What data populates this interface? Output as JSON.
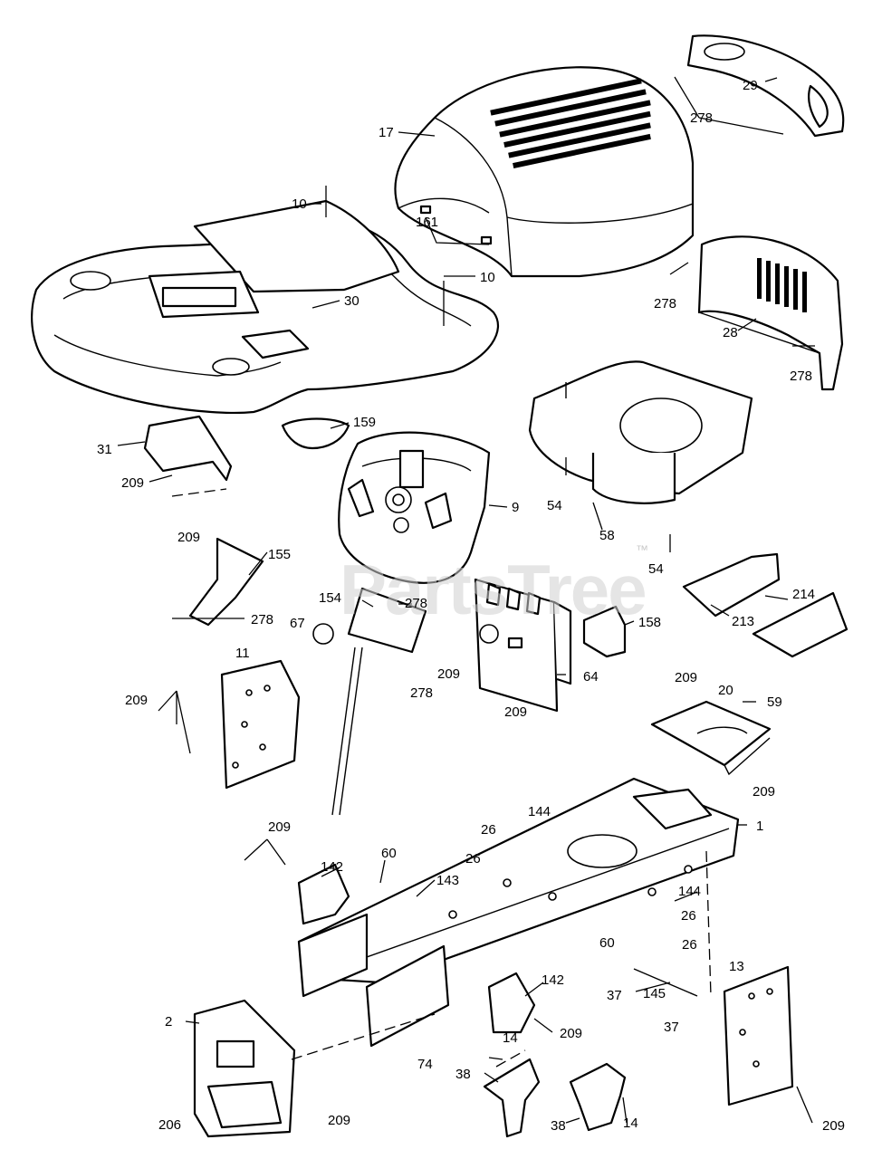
{
  "watermark": {
    "text": "PartsTree",
    "trademark": "™"
  },
  "callouts": [
    {
      "id": "c17",
      "text": "17"
    },
    {
      "id": "c29",
      "text": "29"
    },
    {
      "id": "c278a",
      "text": "278"
    },
    {
      "id": "c10a",
      "text": "10"
    },
    {
      "id": "c161",
      "text": "161"
    },
    {
      "id": "c10b",
      "text": "10"
    },
    {
      "id": "c30",
      "text": "30"
    },
    {
      "id": "c278b",
      "text": "278"
    },
    {
      "id": "c28",
      "text": "28"
    },
    {
      "id": "c278c",
      "text": "278"
    },
    {
      "id": "c31",
      "text": "31"
    },
    {
      "id": "c159",
      "text": "159"
    },
    {
      "id": "c209a",
      "text": "209"
    },
    {
      "id": "c9",
      "text": "9"
    },
    {
      "id": "c54a",
      "text": "54"
    },
    {
      "id": "c58",
      "text": "58"
    },
    {
      "id": "c209b",
      "text": "209"
    },
    {
      "id": "c155",
      "text": "155"
    },
    {
      "id": "c54b",
      "text": "54"
    },
    {
      "id": "c154",
      "text": "154"
    },
    {
      "id": "c278d",
      "text": "278"
    },
    {
      "id": "c214",
      "text": "214"
    },
    {
      "id": "c278e",
      "text": "278"
    },
    {
      "id": "c67",
      "text": "67"
    },
    {
      "id": "c213",
      "text": "213"
    },
    {
      "id": "c158",
      "text": "158"
    },
    {
      "id": "c11",
      "text": "11"
    },
    {
      "id": "c209c",
      "text": "209"
    },
    {
      "id": "c209d",
      "text": "209"
    },
    {
      "id": "c64",
      "text": "64"
    },
    {
      "id": "c278f",
      "text": "278"
    },
    {
      "id": "c209e",
      "text": "209"
    },
    {
      "id": "c209f",
      "text": "209"
    },
    {
      "id": "c20",
      "text": "20"
    },
    {
      "id": "c59",
      "text": "59"
    },
    {
      "id": "c209g",
      "text": "209"
    },
    {
      "id": "c144a",
      "text": "144"
    },
    {
      "id": "c1",
      "text": "1"
    },
    {
      "id": "c26a",
      "text": "26"
    },
    {
      "id": "c209h",
      "text": "209"
    },
    {
      "id": "c26b",
      "text": "26"
    },
    {
      "id": "c60a",
      "text": "60"
    },
    {
      "id": "c142a",
      "text": "142"
    },
    {
      "id": "c143",
      "text": "143"
    },
    {
      "id": "c144b",
      "text": "144"
    },
    {
      "id": "c26c",
      "text": "26"
    },
    {
      "id": "c60b",
      "text": "60"
    },
    {
      "id": "c26d",
      "text": "26"
    },
    {
      "id": "c142b",
      "text": "142"
    },
    {
      "id": "c37a",
      "text": "37"
    },
    {
      "id": "c145",
      "text": "145"
    },
    {
      "id": "c13",
      "text": "13"
    },
    {
      "id": "c2",
      "text": "2"
    },
    {
      "id": "c209i",
      "text": "209"
    },
    {
      "id": "c37b",
      "text": "37"
    },
    {
      "id": "c14a",
      "text": "14"
    },
    {
      "id": "c74",
      "text": "74"
    },
    {
      "id": "c38a",
      "text": "38"
    },
    {
      "id": "c209j",
      "text": "209"
    },
    {
      "id": "c206",
      "text": "206"
    },
    {
      "id": "c38b",
      "text": "38"
    },
    {
      "id": "c14b",
      "text": "14"
    },
    {
      "id": "c209k",
      "text": "209"
    }
  ]
}
